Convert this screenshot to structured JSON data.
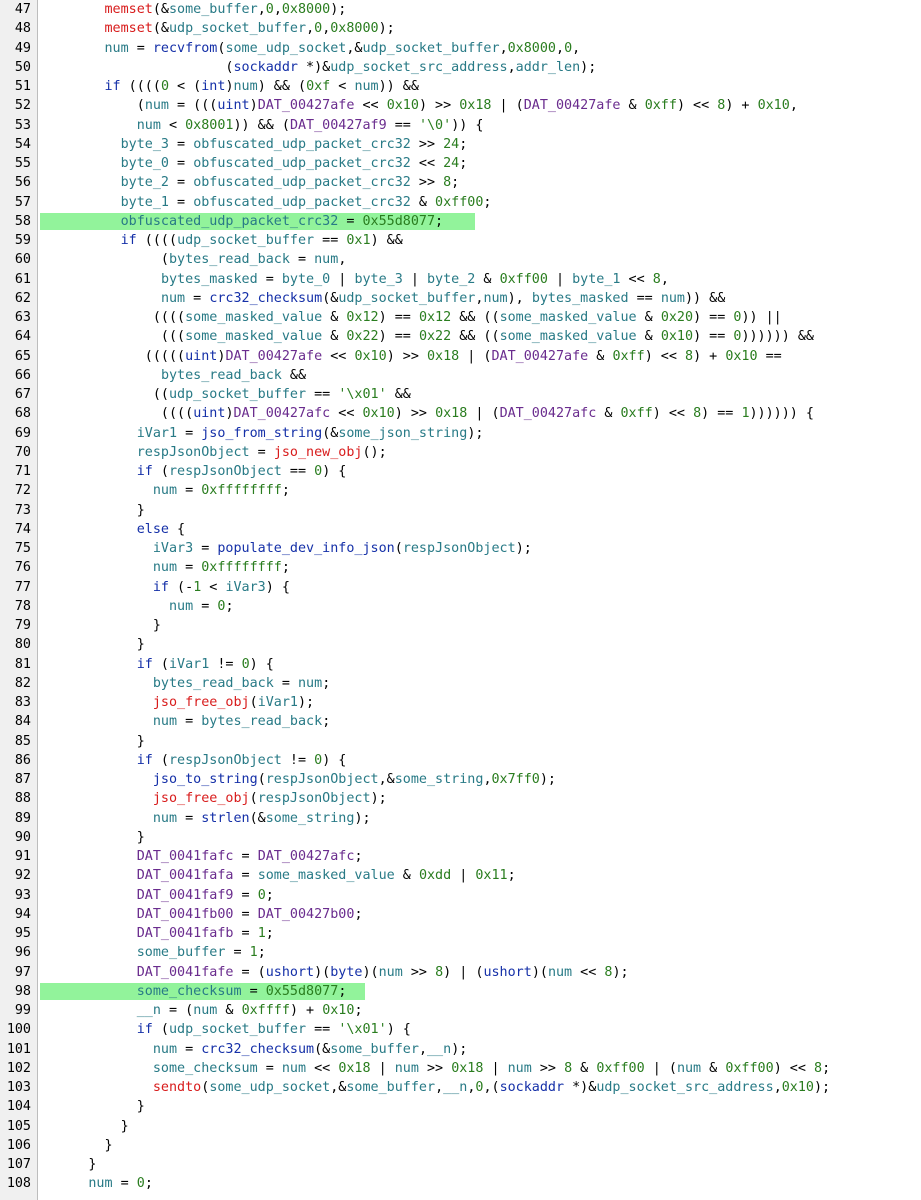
{
  "editor": {
    "highlight_color": "#92f39b",
    "highlighted_lines": [
      58,
      98
    ],
    "lines": [
      {
        "n": "47",
        "t": "        memset(&some_buffer,0,0x8000);"
      },
      {
        "n": "48",
        "t": "        memset(&udp_socket_buffer,0,0x8000);"
      },
      {
        "n": "49",
        "t": "        num = recvfrom(some_udp_socket,&udp_socket_buffer,0x8000,0,"
      },
      {
        "n": "50",
        "t": "                       (sockaddr *)&udp_socket_src_address,addr_len);"
      },
      {
        "n": "51",
        "t": "        if ((((0 < (int)num) && (0xf < num)) &&"
      },
      {
        "n": "52",
        "t": "            (num = (((uint)DAT_00427afe << 0x10) >> 0x18 | (DAT_00427afe & 0xff) << 8) + 0x10,"
      },
      {
        "n": "53",
        "t": "            num < 0x8001)) && (DAT_00427af9 == '\\0')) {"
      },
      {
        "n": "54",
        "t": "          byte_3 = obfuscated_udp_packet_crc32 >> 24;"
      },
      {
        "n": "55",
        "t": "          byte_0 = obfuscated_udp_packet_crc32 << 24;"
      },
      {
        "n": "56",
        "t": "          byte_2 = obfuscated_udp_packet_crc32 >> 8;"
      },
      {
        "n": "57",
        "t": "          byte_1 = obfuscated_udp_packet_crc32 & 0xff00;"
      },
      {
        "n": "58",
        "t": "          obfuscated_udp_packet_crc32 = 0x55d8077;"
      },
      {
        "n": "59",
        "t": "          if ((((udp_socket_buffer == 0x1) &&"
      },
      {
        "n": "60",
        "t": "               (bytes_read_back = num,"
      },
      {
        "n": "61",
        "t": "               bytes_masked = byte_0 | byte_3 | byte_2 & 0xff00 | byte_1 << 8,"
      },
      {
        "n": "62",
        "t": "               num = crc32_checksum(&udp_socket_buffer,num), bytes_masked == num)) &&"
      },
      {
        "n": "63",
        "t": "              ((((some_masked_value & 0x12) == 0x12 && ((some_masked_value & 0x20) == 0)) ||"
      },
      {
        "n": "64",
        "t": "               (((some_masked_value & 0x22) == 0x22 && ((some_masked_value & 0x10) == 0)))))) &&"
      },
      {
        "n": "65",
        "t": "             (((((uint)DAT_00427afe << 0x10) >> 0x18 | (DAT_00427afe & 0xff) << 8) + 0x10 =="
      },
      {
        "n": "66",
        "t": "               bytes_read_back &&"
      },
      {
        "n": "67",
        "t": "              ((udp_socket_buffer == '\\x01' &&"
      },
      {
        "n": "68",
        "t": "               ((((uint)DAT_00427afc << 0x10) >> 0x18 | (DAT_00427afc & 0xff) << 8) == 1)))))) {"
      },
      {
        "n": "69",
        "t": "            iVar1 = jso_from_string(&some_json_string);"
      },
      {
        "n": "70",
        "t": "            respJsonObject = jso_new_obj();"
      },
      {
        "n": "71",
        "t": "            if (respJsonObject == 0) {"
      },
      {
        "n": "72",
        "t": "              num = 0xffffffff;"
      },
      {
        "n": "73",
        "t": "            }"
      },
      {
        "n": "74",
        "t": "            else {"
      },
      {
        "n": "75",
        "t": "              iVar3 = populate_dev_info_json(respJsonObject);"
      },
      {
        "n": "76",
        "t": "              num = 0xffffffff;"
      },
      {
        "n": "77",
        "t": "              if (-1 < iVar3) {"
      },
      {
        "n": "78",
        "t": "                num = 0;"
      },
      {
        "n": "79",
        "t": "              }"
      },
      {
        "n": "80",
        "t": "            }"
      },
      {
        "n": "81",
        "t": "            if (iVar1 != 0) {"
      },
      {
        "n": "82",
        "t": "              bytes_read_back = num;"
      },
      {
        "n": "83",
        "t": "              jso_free_obj(iVar1);"
      },
      {
        "n": "84",
        "t": "              num = bytes_read_back;"
      },
      {
        "n": "85",
        "t": "            }"
      },
      {
        "n": "86",
        "t": "            if (respJsonObject != 0) {"
      },
      {
        "n": "87",
        "t": "              jso_to_string(respJsonObject,&some_string,0x7ff0);"
      },
      {
        "n": "88",
        "t": "              jso_free_obj(respJsonObject);"
      },
      {
        "n": "89",
        "t": "              num = strlen(&some_string);"
      },
      {
        "n": "90",
        "t": "            }"
      },
      {
        "n": "91",
        "t": "            DAT_0041fafc = DAT_00427afc;"
      },
      {
        "n": "92",
        "t": "            DAT_0041fafa = some_masked_value & 0xdd | 0x11;"
      },
      {
        "n": "93",
        "t": "            DAT_0041faf9 = 0;"
      },
      {
        "n": "94",
        "t": "            DAT_0041fb00 = DAT_00427b00;"
      },
      {
        "n": "95",
        "t": "            DAT_0041fafb = 1;"
      },
      {
        "n": "96",
        "t": "            some_buffer = 1;"
      },
      {
        "n": "97",
        "t": "            DAT_0041fafe = (ushort)(byte)(num >> 8) | (ushort)(num << 8);"
      },
      {
        "n": "98",
        "t": "            some_checksum = 0x55d8077;"
      },
      {
        "n": "99",
        "t": "            __n = (num & 0xffff) + 0x10;"
      },
      {
        "n": "100",
        "t": "            if (udp_socket_buffer == '\\x01') {"
      },
      {
        "n": "101",
        "t": "              num = crc32_checksum(&some_buffer,__n);"
      },
      {
        "n": "102",
        "t": "              some_checksum = num << 0x18 | num >> 0x18 | num >> 8 & 0xff00 | (num & 0xff00) << 8;"
      },
      {
        "n": "103",
        "t": "              sendto(some_udp_socket,&some_buffer,__n,0,(sockaddr *)&udp_socket_src_address,0x10);"
      },
      {
        "n": "104",
        "t": "            }"
      },
      {
        "n": "105",
        "t": "          }"
      },
      {
        "n": "106",
        "t": "        }"
      },
      {
        "n": "107",
        "t": "      }"
      },
      {
        "n": "108",
        "t": "      num = 0;"
      }
    ]
  }
}
